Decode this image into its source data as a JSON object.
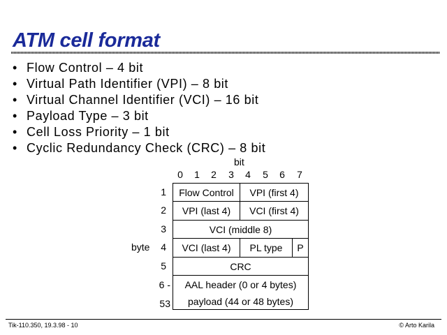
{
  "title": "ATM cell format",
  "bullets": [
    "Flow Control – 4 bit",
    "Virtual Path Identifier (VPI) – 8 bit",
    "Virtual Channel Identifier (VCI) – 16 bit",
    "Payload Type – 3 bit",
    "Cell Loss Priority – 1 bit",
    "Cyclic Redundancy Check (CRC) – 8 bit"
  ],
  "bullet_glyph": "•",
  "diagram": {
    "bit_label": "bit",
    "bit_numbers": [
      "0",
      "1",
      "2",
      "3",
      "4",
      "5",
      "6",
      "7"
    ],
    "byte_label": "byte",
    "row_numbers": [
      "1",
      "2",
      "3",
      "4",
      "5",
      "6 -",
      "53"
    ],
    "fields": {
      "flow_control": "Flow Control",
      "vpi_first": "VPI (first 4)",
      "vpi_last": "VPI (last 4)",
      "vci_first": "VCI (first 4)",
      "vci_middle": "VCI (middle 8)",
      "vci_last": "VCI (last 4)",
      "pl_type": "PL type",
      "clp": "P",
      "crc": "CRC",
      "aal_header": "AAL header (0 or 4 bytes)",
      "payload": "payload (44 or 48 bytes)"
    }
  },
  "footer": {
    "left": "Tik-110.350, 19.3.98 - 10",
    "right": "© Arto Karila"
  }
}
